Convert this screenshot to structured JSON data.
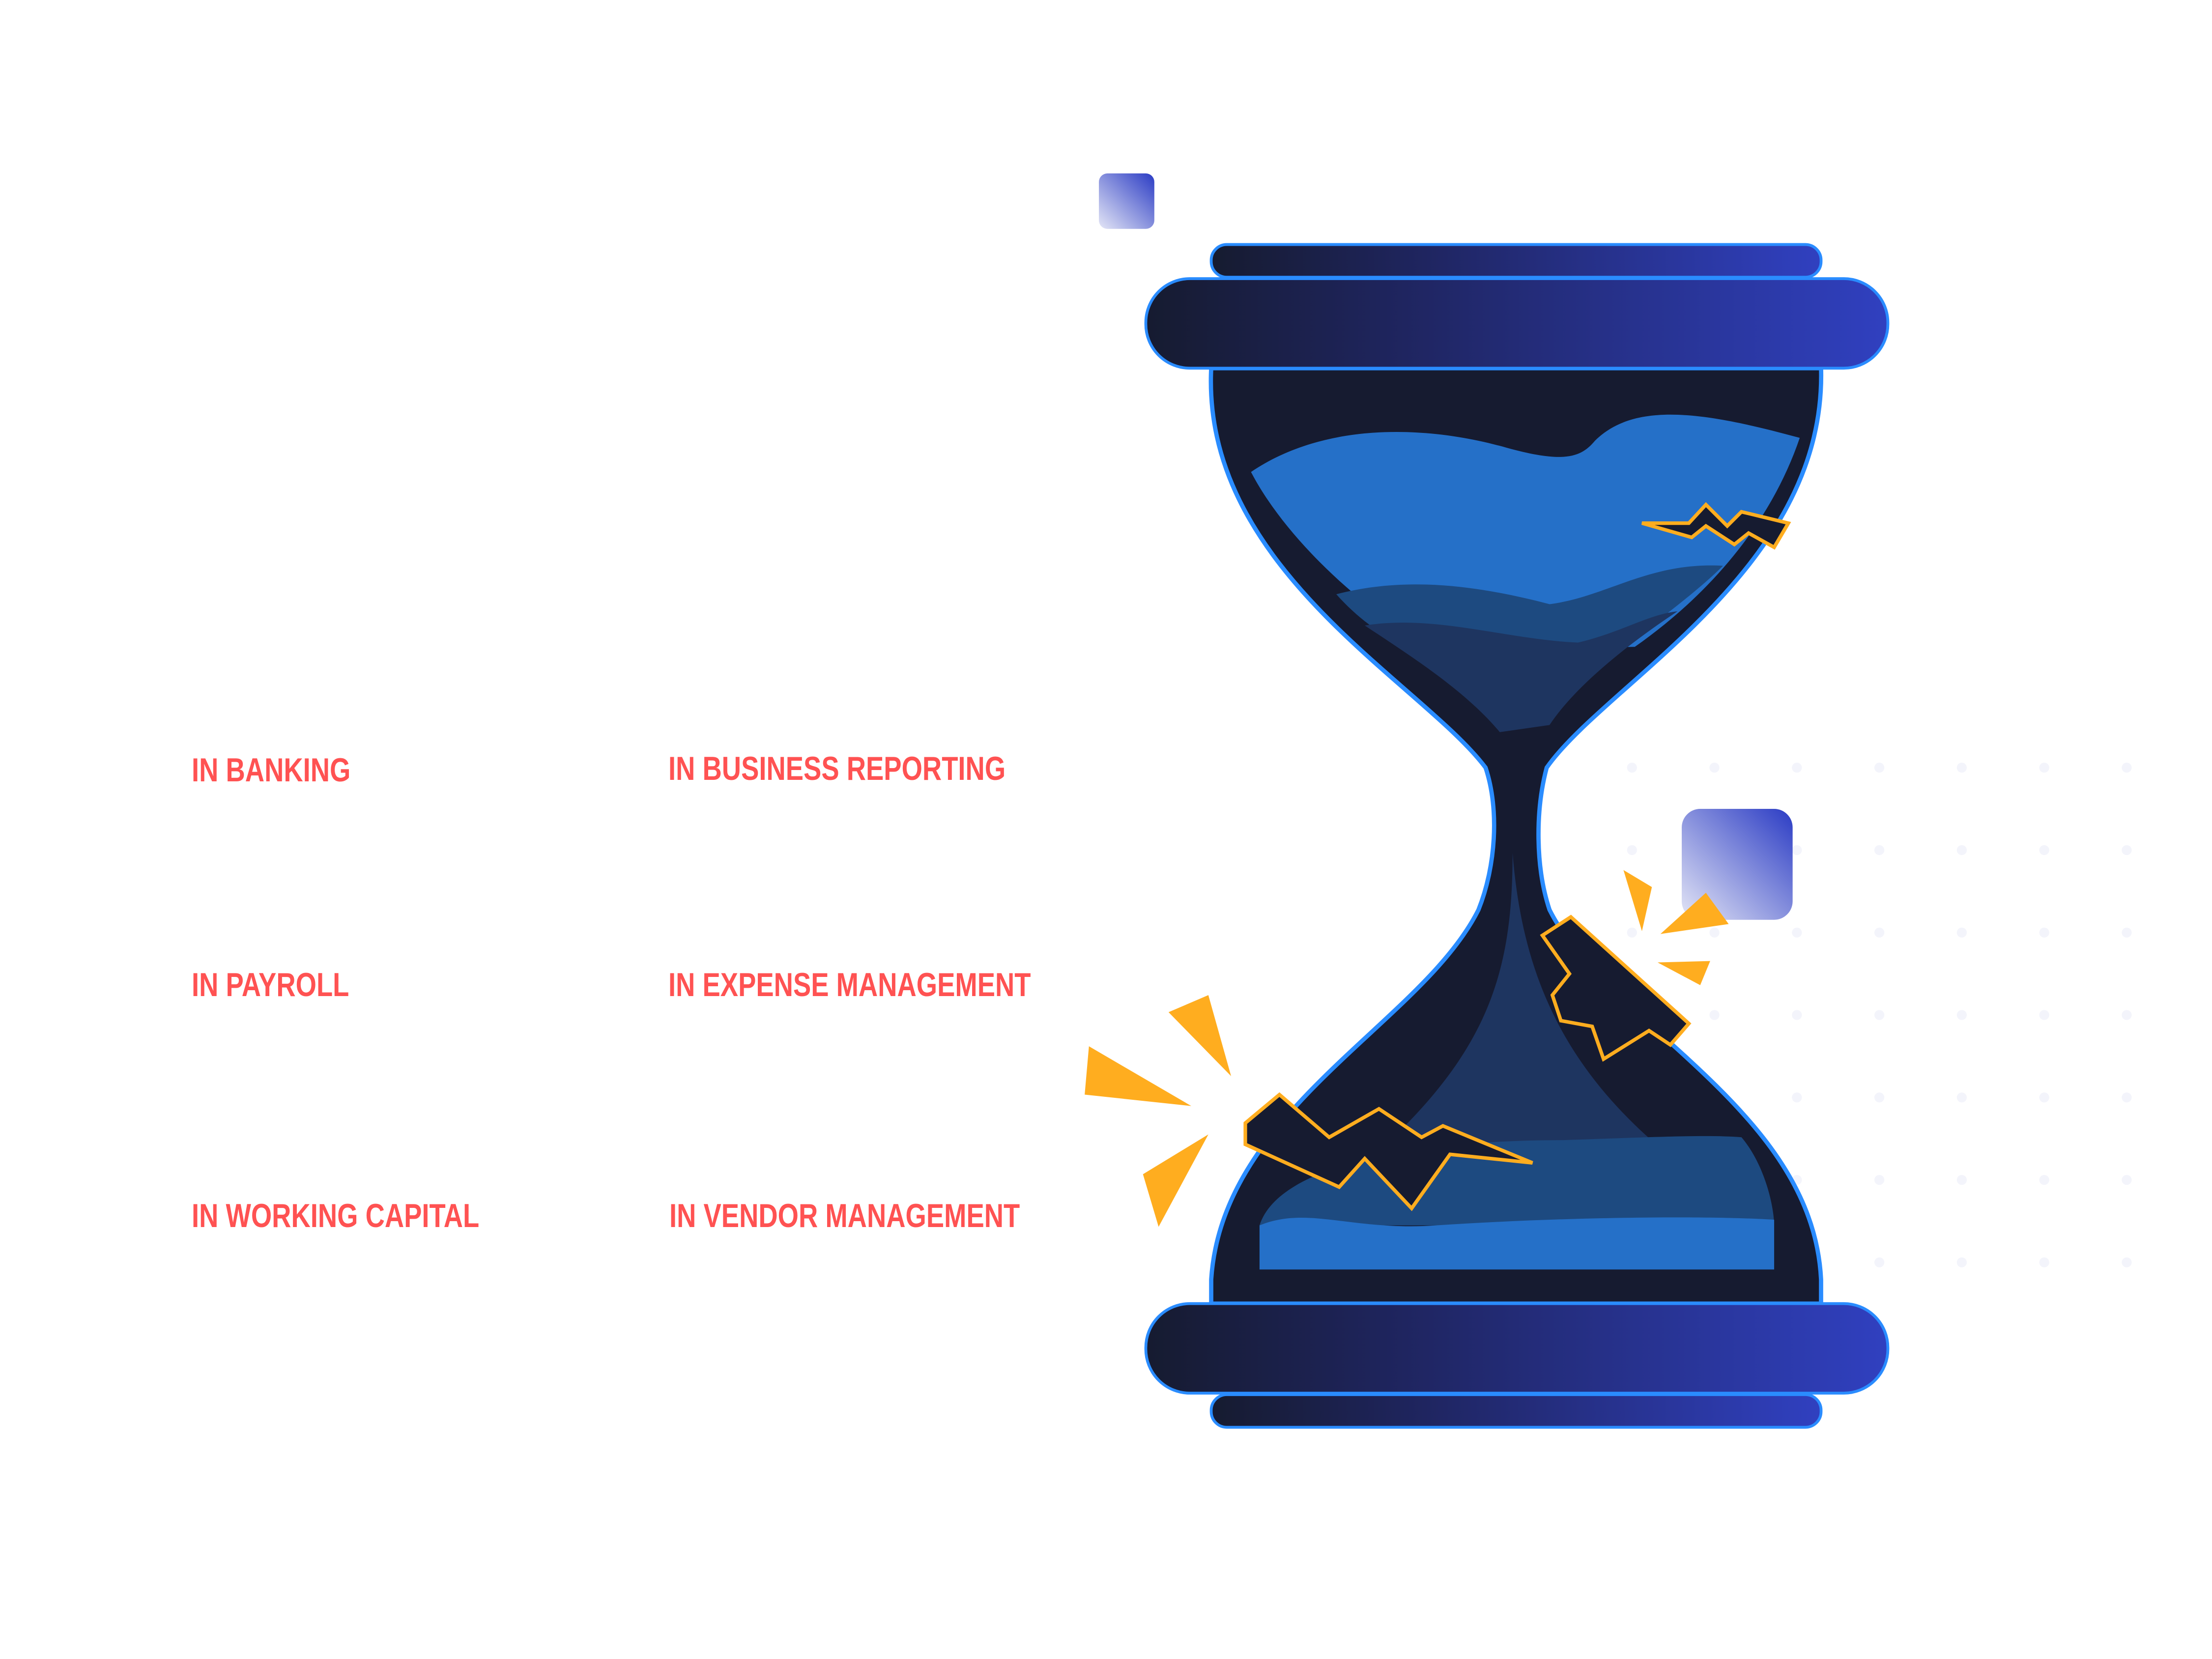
{
  "labels": {
    "banking": "IN BANKING",
    "business_reporting": "IN BUSINESS REPORTING",
    "payroll": "IN PAYROLL",
    "expense_management": "IN EXPENSE MANAGEMENT",
    "working_capital": "IN WORKING CAPITAL",
    "vendor_management": "IN VENDOR MANAGEMENT"
  },
  "colors": {
    "label_text": "#ff5252",
    "glass_dark": "#161b30",
    "glass_outline": "#2a8cff",
    "sand_light": "#2570c8",
    "sand_mid": "#1d4a80",
    "sand_dark": "#1e3560",
    "crack_yellow": "#ffad1f",
    "bar_gradient_end": "#3040c0"
  },
  "icons": [
    "broken-hourglass-illustration",
    "crack-icon",
    "spark-icon",
    "gradient-square-decoration"
  ]
}
